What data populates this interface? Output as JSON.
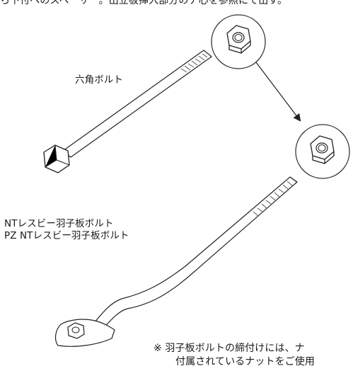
{
  "header": {
    "cut_text": "ら下付へのスペーサー。出立板挿入部分のナ心を参照にて出す。"
  },
  "labels": {
    "hex_bolt": "六角ボルト",
    "nt_bolt": "NTレスビー羽子板ボルト",
    "pz_nt_bolt": "PZ NTレスビー羽子板ボルト"
  },
  "note": {
    "line1": "※ 羽子板ボルトの締付けには、ナ",
    "line2": "付属されているナットをご使用"
  },
  "colors": {
    "line": "#222222",
    "hatch": "#555555",
    "circle": "#333333",
    "text": "#1a1a1a"
  },
  "icons": [
    "hex-nut-icon",
    "hex-nut-icon",
    "arrow-down-icon"
  ]
}
